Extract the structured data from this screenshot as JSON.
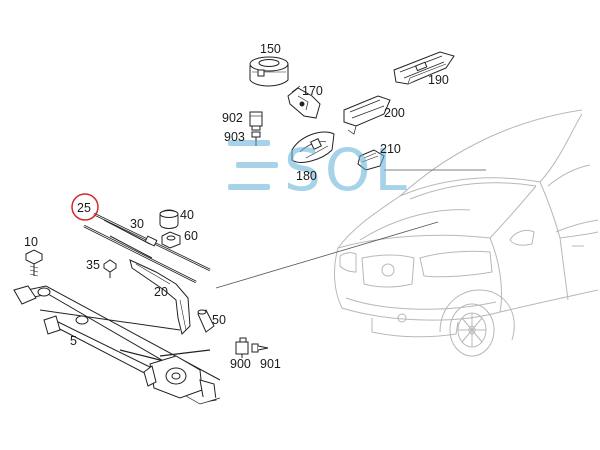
{
  "watermark": {
    "text": "SOL",
    "color": "#5fb0d8"
  },
  "highlight": {
    "part": "25",
    "ring_color": "#d62828"
  },
  "labels": {
    "p150": "150",
    "p170": "170",
    "p190": "190",
    "p902": "902",
    "p903": "903",
    "p200": "200",
    "p210": "210",
    "p180": "180",
    "p25": "25",
    "p30": "30",
    "p40": "40",
    "p60": "60",
    "p10": "10",
    "p35": "35",
    "p20": "20",
    "p50": "50",
    "p5": "5",
    "p900": "900",
    "p901": "901"
  }
}
